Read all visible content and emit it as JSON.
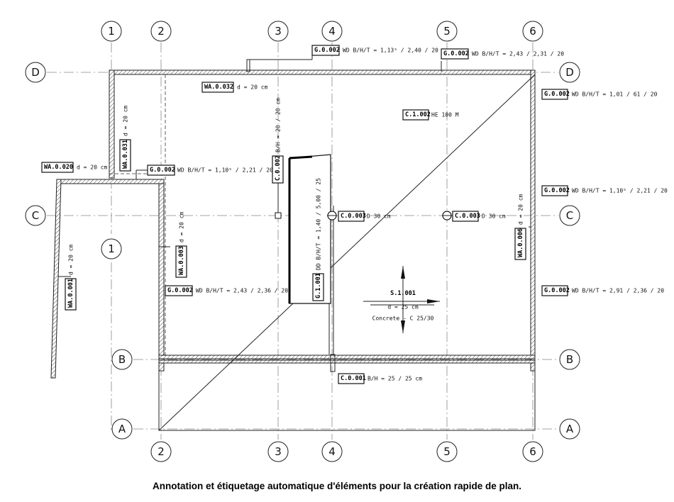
{
  "grid": {
    "top": [
      "1",
      "2",
      "3",
      "4",
      "5",
      "6"
    ],
    "bottom": [
      "2",
      "3",
      "4",
      "5",
      "6"
    ],
    "left": [
      "D",
      "C",
      "B",
      "A"
    ],
    "right": [
      "D",
      "C",
      "B",
      "A"
    ],
    "extra": "1"
  },
  "tags": {
    "g_top4": {
      "id": "G.0.002",
      "text": "WD  B/H/T = 1,13⁵ / 2,40 / 20"
    },
    "g_top5": {
      "id": "G.0.002",
      "text": "WD  B/H/T = 2,43 / 2,31 / 20"
    },
    "g_r1": {
      "id": "G.0.002",
      "text": "WD  B/H/T = 1,01 / 61 / 20"
    },
    "g_r2": {
      "id": "G.0.002",
      "text": "WD  B/H/T = 1,10⁵ / 2,21 / 20"
    },
    "g_r3": {
      "id": "G.0.002",
      "text": "WD  B/H/T = 2,91 / 2,36 / 20"
    },
    "g_mid": {
      "id": "G.0.002",
      "text": "WD  B/H/T = 1,10⁵ / 2,21 / 20"
    },
    "g_low": {
      "id": "G.0.002",
      "text": "WD  B/H/T = 2,43 / 2,36 / 20"
    },
    "wa032": {
      "id": "WA.0.032",
      "text": "d = 20 cm"
    },
    "wa020": {
      "id": "WA.0.020",
      "text": "d = 20 cm"
    },
    "wa031": {
      "id": "WA.0.031",
      "text": "d = 20 cm"
    },
    "wa003": {
      "id": "WA.0.003",
      "text": "d = 20 cm"
    },
    "wa001": {
      "id": "WA.0.001",
      "text": "d = 20 cm"
    },
    "wa006": {
      "id": "WA.0.006",
      "text": "d = 20 cm"
    },
    "c002": {
      "id": "C.0.002",
      "text": "B/H = 20 / 20 cm"
    },
    "c1002": {
      "id": "C.1.002",
      "text": "HE 100 M"
    },
    "c003a": {
      "id": "C.0.003",
      "text": "D 30 cm"
    },
    "c003b": {
      "id": "C.0.003",
      "text": "D 30 cm"
    },
    "g1001": {
      "id": "G.1.001",
      "text": "DD  B/H/T = 1,40 / 5,00 / 25"
    },
    "c001": {
      "id": "C.0.001",
      "text": "B/H = 25 / 25 cm"
    }
  },
  "slab": {
    "id": "S.1.001",
    "thickness": "d = 25 cm",
    "material": "Concrete - C 25/30"
  },
  "caption": "Annotation et étiquetage automatique d'éléments pour la création rapide de plan."
}
